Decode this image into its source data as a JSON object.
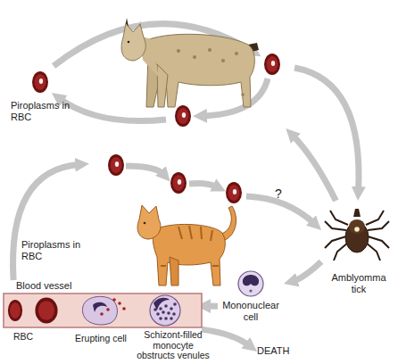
{
  "diagram": {
    "nodes": [
      {
        "text": [
          "Piroplasms in RBC"
        ]
      },
      {
        "text": [
          "Piroplasms in RBC"
        ]
      },
      {
        "text": [
          "Amblyomma tick"
        ]
      },
      {
        "text": [
          "Mononuclear cell"
        ]
      },
      {
        "text": [
          "Blood vessel"
        ]
      },
      {
        "text": [
          "DEATH"
        ]
      }
    ],
    "edges": [
      {
        "from": 0,
        "to": 2,
        "arrow": "to"
      },
      {
        "from": 2,
        "to": 0,
        "arrow": "to"
      },
      {
        "from": 1,
        "to": 2,
        "label": "?",
        "arrow": "to"
      },
      {
        "from": 2,
        "to": 3,
        "arrow": "to"
      },
      {
        "from": 3,
        "to": 4,
        "arrow": "to"
      },
      {
        "from": 4,
        "to": 5,
        "arrow": "to"
      },
      {
        "from": 4,
        "to": 1,
        "arrow": "to"
      }
    ],
    "labels": [
      "RBC",
      "Erupting cell",
      "Schizont-filled monocyte obstructs venules"
    ]
  }
}
